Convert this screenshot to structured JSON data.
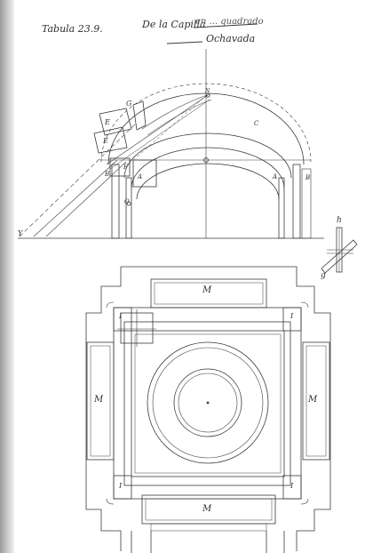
{
  "header": {
    "plate_label": "Tabula 23.9.",
    "title_line_1": "De la Capilla",
    "title_line_1_struck": "en ... quadrado",
    "title_line_2": "Ochavada"
  },
  "elevation_labels": {
    "g": "G",
    "e1": "E",
    "e2": "E",
    "f": "F",
    "a_left": "A",
    "a_right": "A",
    "b_left": "B",
    "b_right": "B",
    "c": "C",
    "o": "O",
    "y": "Y",
    "n": "N"
  },
  "detail_labels": {
    "top": "h",
    "bottom": "g"
  },
  "plan_labels": {
    "m_top": "M",
    "m_left": "M",
    "m_right": "M",
    "m_bottom": "M",
    "i_tl": "I",
    "i_tr": "I",
    "i_bl": "I",
    "i_br": "I"
  }
}
